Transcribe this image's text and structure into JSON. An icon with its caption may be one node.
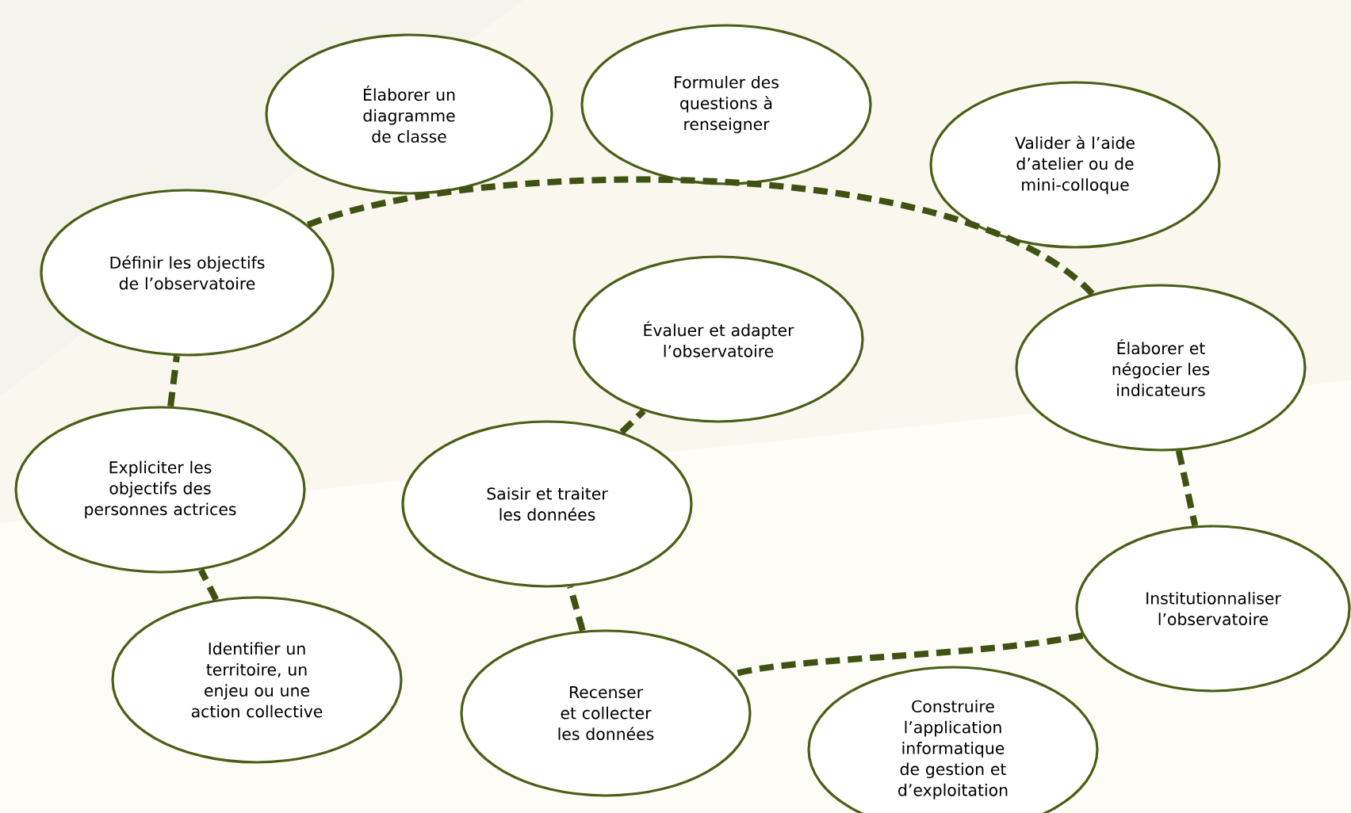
{
  "diagram": {
    "nodes": [
      {
        "text": [
          "Formuler des questions à renseigner"
        ]
      },
      {
        "text": [
          "Élaborer un diagramme de classe"
        ]
      },
      {
        "text": [
          "Valider à l’aide d’atelier ou de mini-colloque"
        ]
      },
      {
        "text": [
          "Définir les objectifs de l’observatoire"
        ]
      },
      {
        "text": [
          "Évaluer et adapter l’observatoire"
        ]
      },
      {
        "text": [
          "Élaborer et négocier les indicateurs"
        ]
      },
      {
        "text": [
          "Expliciter les objectifs des personnes actrices"
        ]
      },
      {
        "text": [
          "Saisir et traiter les données"
        ]
      },
      {
        "text": [
          "Institutionnaliser l’observatoire"
        ]
      },
      {
        "text": [
          "Identifier un territoire, un enjeu ou une action collective"
        ]
      },
      {
        "text": [
          "Recenser et collecter les données"
        ]
      },
      {
        "text": [
          "Construire l’application informatique de gestion et d’exploitation"
        ]
      }
    ],
    "edges": [
      {
        "from": 9,
        "to": 6,
        "arrow": "none",
        "style": "dashed"
      },
      {
        "from": 6,
        "to": 3,
        "arrow": "none",
        "style": "dashed"
      },
      {
        "from": 3,
        "to": 5,
        "arrow": "none",
        "style": "dashed"
      },
      {
        "from": 5,
        "to": 8,
        "arrow": "none",
        "style": "dashed"
      },
      {
        "from": 8,
        "to": 10,
        "arrow": "none",
        "style": "dashed"
      },
      {
        "from": 10,
        "to": 7,
        "arrow": "none",
        "style": "dashed"
      },
      {
        "from": 7,
        "to": 4,
        "arrow": "none",
        "style": "dashed"
      }
    ]
  }
}
